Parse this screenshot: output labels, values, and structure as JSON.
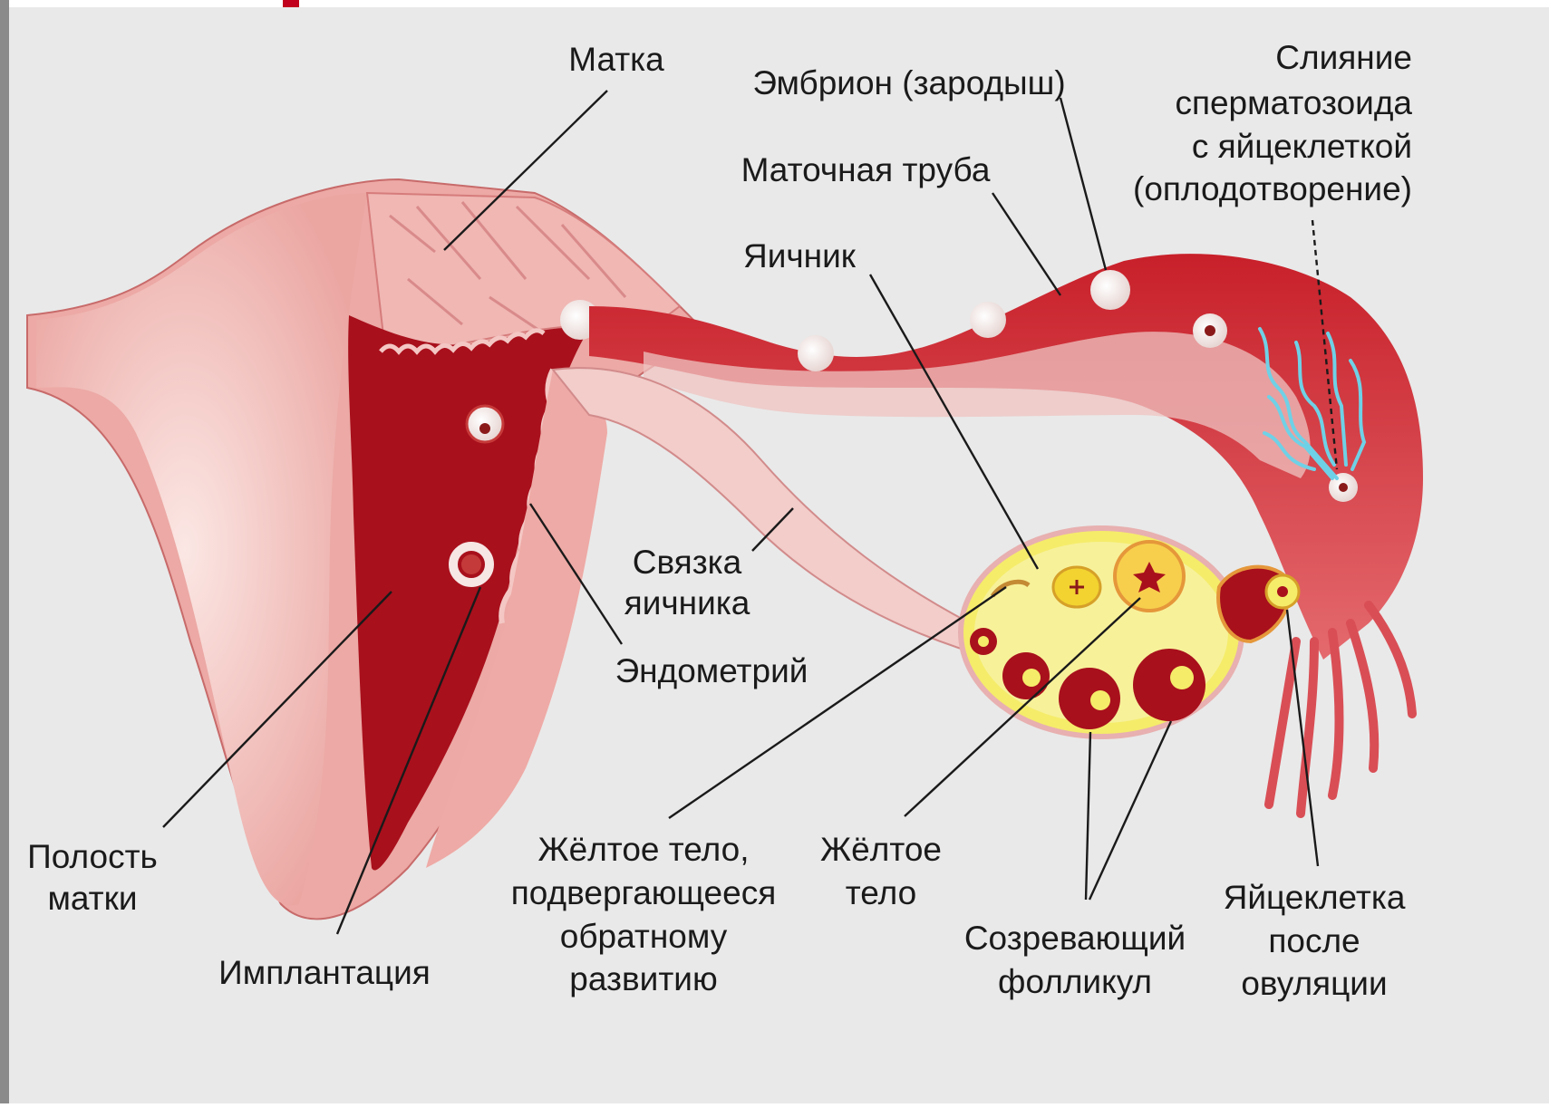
{
  "labels": {
    "uterus": "Матка",
    "embryo": "Эмбрион (зародыш)",
    "fusion": [
      "Слияние",
      "сперматозоида",
      "с яйцеклеткой",
      "(оплодотворение)"
    ],
    "fallopian_tube": "Маточная труба",
    "ovary": "Яичник",
    "ovarian_ligament": [
      "Связка",
      "яичника"
    ],
    "endometrium": "Эндометрий",
    "uterine_cavity": [
      "Полость",
      "матки"
    ],
    "implantation": "Имплантация",
    "regressing_corpus_luteum": [
      "Жёлтое тело,",
      "подвергающееся",
      "обратному",
      "развитию"
    ],
    "corpus_luteum": [
      "Жёлтое",
      "тело"
    ],
    "maturing_follicle": [
      "Созревающий",
      "фолликул"
    ],
    "ovulated_egg": [
      "Яйцеклетка",
      "после",
      "овуляции"
    ]
  },
  "colors": {
    "background": "#e9e9e9",
    "tissue_light": "#eeb0ac",
    "tissue_mid": "#e0636a",
    "tissue_dark": "#a8101c",
    "ovary_yellow": "#f5ec6a",
    "sperm": "#6fd1e6"
  }
}
